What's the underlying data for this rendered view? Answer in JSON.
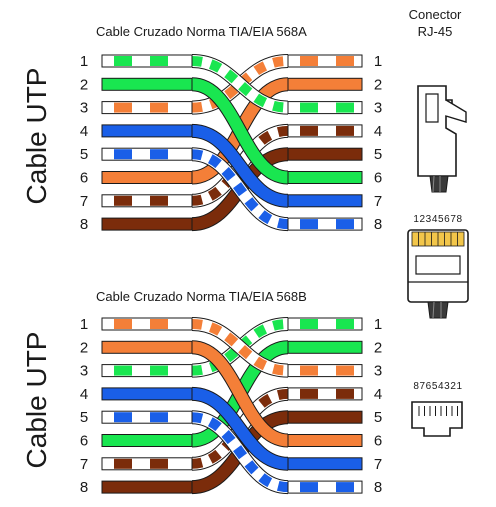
{
  "header": {
    "connector_title": [
      "Conector",
      "RJ-45"
    ]
  },
  "colors": {
    "green": "#19e650",
    "orange": "#f47f38",
    "blue": "#1a5fe8",
    "brown": "#7b2c0b",
    "outline": "#1a1a1a"
  },
  "panels": [
    {
      "id": "a",
      "title": "Cable Cruzado Norma TIA/EIA 568A",
      "side_label": "Cable UTP",
      "left_pins": [
        "1",
        "2",
        "3",
        "4",
        "5",
        "6",
        "7",
        "8"
      ],
      "right_pins": [
        "1",
        "2",
        "3",
        "4",
        "5",
        "6",
        "7",
        "8"
      ],
      "left_wires": [
        {
          "color": "green",
          "striped": true
        },
        {
          "color": "green",
          "striped": false
        },
        {
          "color": "orange",
          "striped": true
        },
        {
          "color": "blue",
          "striped": false
        },
        {
          "color": "blue",
          "striped": true
        },
        {
          "color": "orange",
          "striped": false
        },
        {
          "color": "brown",
          "striped": true
        },
        {
          "color": "brown",
          "striped": false
        }
      ],
      "right_wires": [
        {
          "color": "orange",
          "striped": true
        },
        {
          "color": "orange",
          "striped": false
        },
        {
          "color": "green",
          "striped": true
        },
        {
          "color": "brown",
          "striped": true
        },
        {
          "color": "brown",
          "striped": false
        },
        {
          "color": "green",
          "striped": false
        },
        {
          "color": "blue",
          "striped": false
        },
        {
          "color": "blue",
          "striped": true
        }
      ],
      "links": [
        [
          1,
          3
        ],
        [
          2,
          6
        ],
        [
          3,
          1
        ],
        [
          4,
          7
        ],
        [
          5,
          8
        ],
        [
          6,
          2
        ],
        [
          7,
          4
        ],
        [
          8,
          5
        ]
      ]
    },
    {
      "id": "b",
      "title": "Cable Cruzado Norma TIA/EIA 568B",
      "side_label": "Cable UTP",
      "left_pins": [
        "1",
        "2",
        "3",
        "4",
        "5",
        "6",
        "7",
        "8"
      ],
      "right_pins": [
        "1",
        "2",
        "3",
        "4",
        "5",
        "6",
        "7",
        "8"
      ],
      "left_wires": [
        {
          "color": "orange",
          "striped": true
        },
        {
          "color": "orange",
          "striped": false
        },
        {
          "color": "green",
          "striped": true
        },
        {
          "color": "blue",
          "striped": false
        },
        {
          "color": "blue",
          "striped": true
        },
        {
          "color": "green",
          "striped": false
        },
        {
          "color": "brown",
          "striped": true
        },
        {
          "color": "brown",
          "striped": false
        }
      ],
      "right_wires": [
        {
          "color": "green",
          "striped": true
        },
        {
          "color": "green",
          "striped": false
        },
        {
          "color": "orange",
          "striped": true
        },
        {
          "color": "brown",
          "striped": true
        },
        {
          "color": "brown",
          "striped": false
        },
        {
          "color": "orange",
          "striped": false
        },
        {
          "color": "blue",
          "striped": false
        },
        {
          "color": "blue",
          "striped": true
        }
      ],
      "links": [
        [
          1,
          3
        ],
        [
          2,
          6
        ],
        [
          3,
          1
        ],
        [
          4,
          7
        ],
        [
          5,
          8
        ],
        [
          6,
          2
        ],
        [
          7,
          4
        ],
        [
          8,
          5
        ]
      ]
    }
  ],
  "connectors": {
    "side_view": "rj45-side-icon",
    "front_labels": [
      "12345678",
      "87654321"
    ]
  }
}
